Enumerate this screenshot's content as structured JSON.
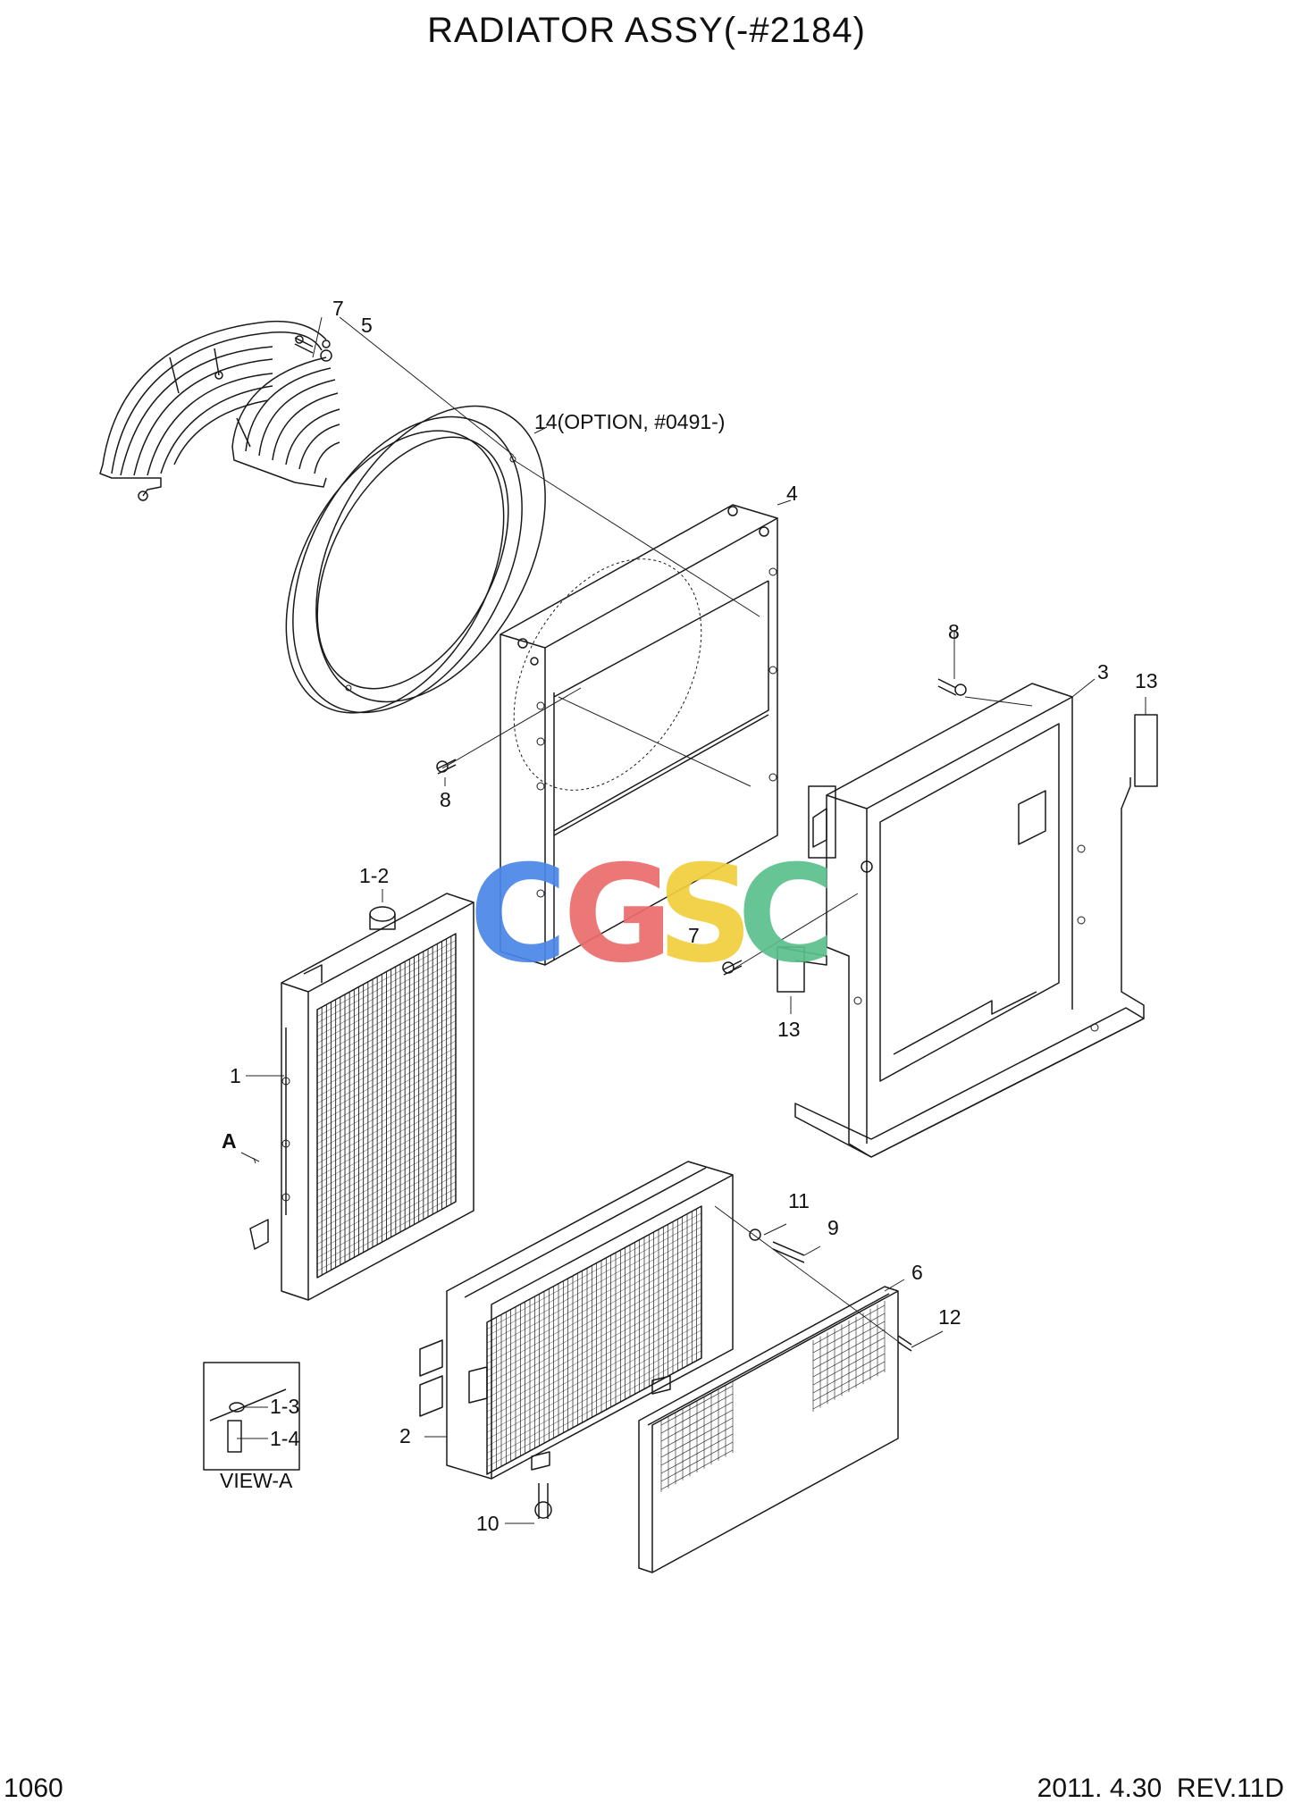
{
  "title": "RADIATOR ASSY(-#2184)",
  "page_number": "1060",
  "revision": "2011. 4.30  REV.11D",
  "watermark": {
    "letters": [
      "C",
      "G",
      "S",
      "C"
    ],
    "colors": [
      "#4a86e8",
      "#ea6c6c",
      "#f1cf3c",
      "#5bbf8b"
    ]
  },
  "callouts": {
    "c7a": "7",
    "c5": "5",
    "c14": "14(OPTION, #0491-)",
    "c4": "4",
    "c8a": "8",
    "c3": "3",
    "c13a": "13",
    "c8b": "8",
    "c1_2": "1-2",
    "c7b": "7",
    "c13b": "13",
    "c1": "1",
    "cA": "A",
    "c11": "11",
    "c9": "9",
    "c6": "6",
    "c12": "12",
    "c1_3": "1-3",
    "c1_4": "1-4",
    "c2": "2",
    "c10": "10"
  },
  "view_label": "VIEW-A"
}
